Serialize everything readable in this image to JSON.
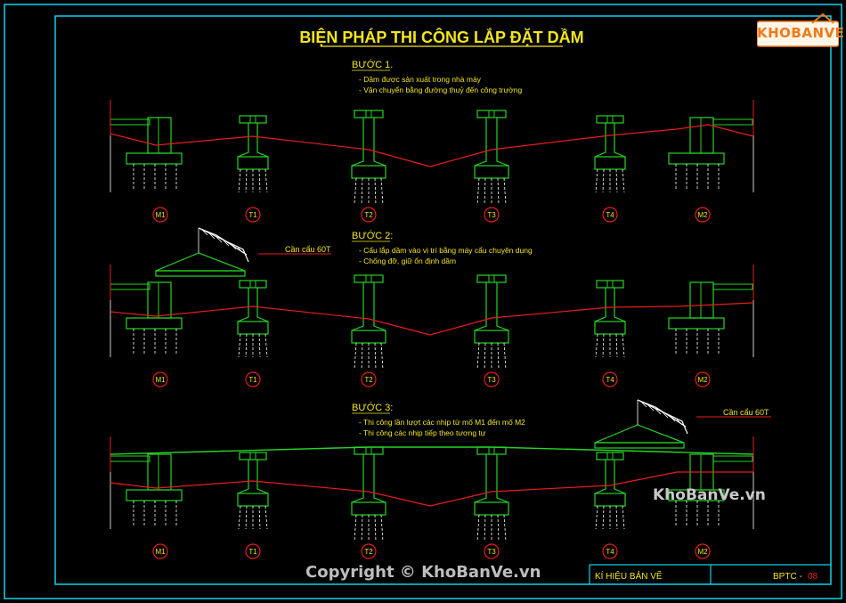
{
  "drawing": {
    "title": "BIỆN PHÁP THI CÔNG LẮP ĐẶT DẦM",
    "colors": {
      "background": "#000000",
      "frame": "#0bd3e8",
      "pier": "#25d425",
      "ground": "#e81c1c",
      "title": "#f2e51c",
      "text": "#f2e51c",
      "crane": "#ffffff"
    }
  },
  "steps": [
    {
      "title": "BƯỚC 1.",
      "notes": [
        "- Dầm được sản xuất trong nhà máy",
        "- Vận chuyển bằng đường thuỷ đến công trường"
      ]
    },
    {
      "title": "BƯỚC 2:",
      "notes": [
        "- Cẩu lắp dầm vào vị trí bằng máy cẩu chuyên dụng",
        "- Chống đỡ, giữ ổn định dầm"
      ]
    },
    {
      "title": "BƯỚC 3:",
      "notes": [
        "- Thi công lần lượt các nhịp từ mố M1 đến mố M2",
        "- Thi công các nhịp tiếp theo tương tự"
      ]
    }
  ],
  "support_labels": [
    "M1",
    "T1",
    "T2",
    "T3",
    "T4",
    "M2"
  ],
  "crane_label": "Cần cẩu 60T",
  "title_block": {
    "label": "KÍ HIỆU BẢN VẼ",
    "code_prefix": "BPTC -",
    "code_number": "08"
  },
  "watermark": {
    "logo": "KHOBANVE",
    "site": "KhoBanVe.vn",
    "copyright": "Copyright © KhoBanVe.vn"
  }
}
